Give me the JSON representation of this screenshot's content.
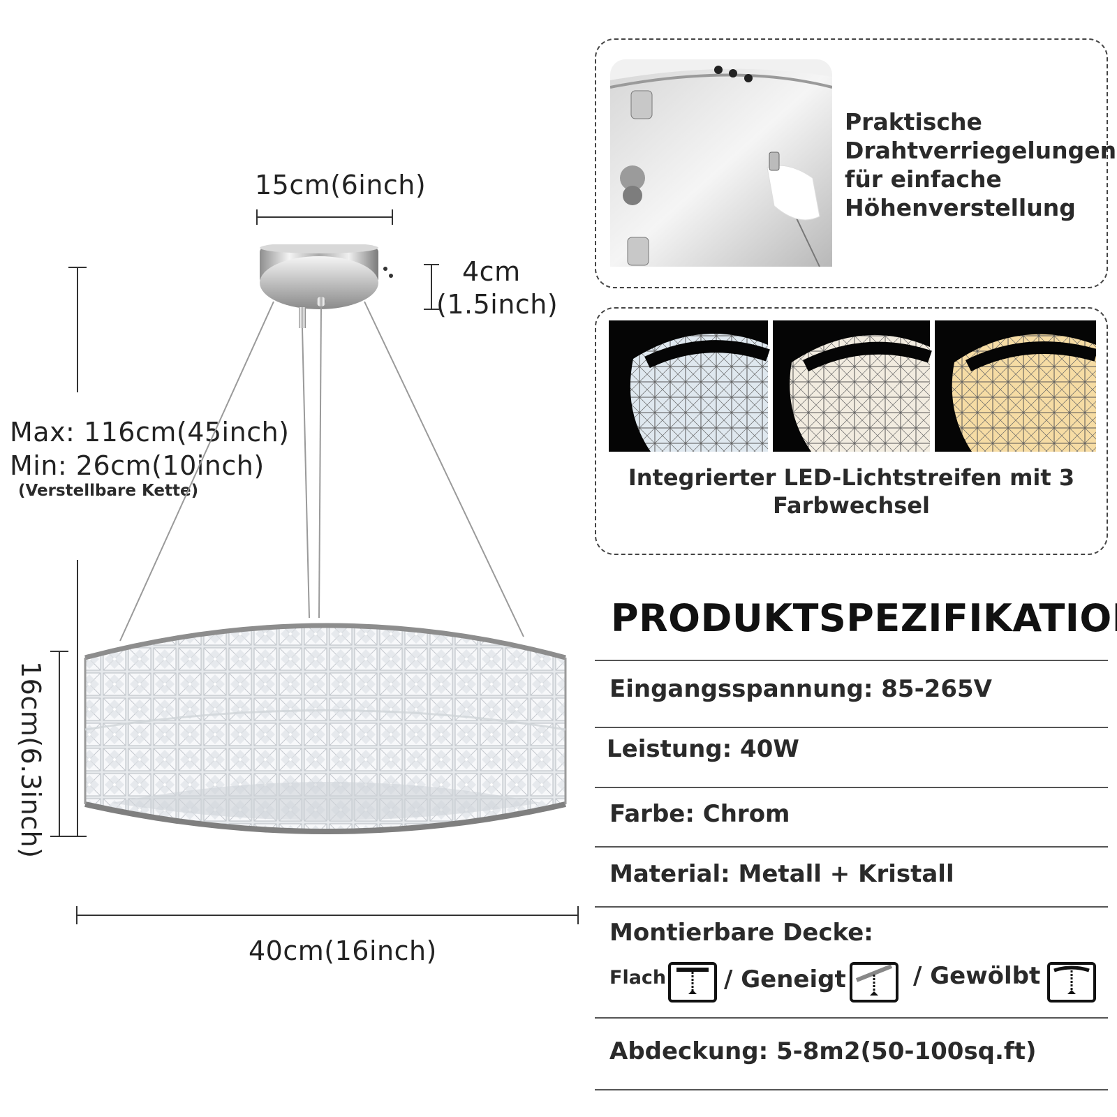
{
  "dimensions": {
    "canopy_width": "15cm(6inch)",
    "canopy_height_cm": "4cm",
    "canopy_height_inch": "(1.5inch)",
    "max_length": "Max: 116cm(45inch)",
    "min_length": "Min: 26cm(10inch)",
    "adjustable_note": "(Verstellbare Kette)",
    "body_height": "16cm(6.3inch)",
    "body_width": "40cm(16inch)"
  },
  "feature_wire": {
    "text": "Praktische Drahtverriegelungen für einfache Höhenverstellung"
  },
  "feature_led": {
    "caption": "Integrierter LED-Lichtstreifen mit 3 Farbwechsel",
    "tones": [
      "#dfe8ef",
      "#f2ece0",
      "#f6dca4"
    ]
  },
  "specs": {
    "title": "PRODUKTSPEZIFIKATION",
    "voltage": "Eingangsspannung: 85-265V",
    "power": "Leistung: 40W",
    "color": "Farbe: Chrom",
    "material": "Material: Metall + Kristall",
    "ceiling_label": "Montierbare Decke:",
    "ceiling_flat": "Flach",
    "ceiling_sloped": "/ Geneigt",
    "ceiling_vaulted": "/ Gewölbt",
    "coverage": "Abdeckung: 5-8m2(50-100sq.ft)"
  }
}
